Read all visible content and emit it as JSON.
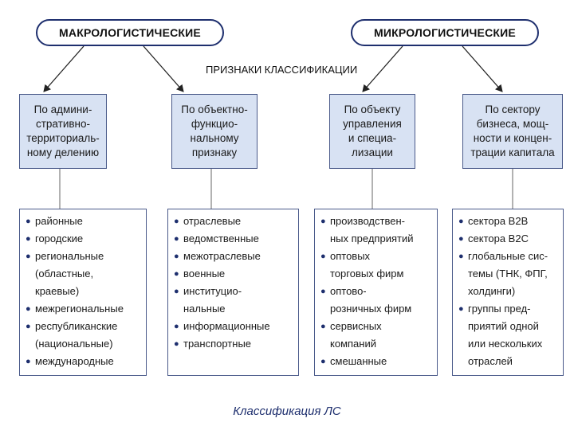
{
  "top_categories": [
    {
      "label": "МАКРОЛОГИСТИЧЕСКИЕ"
    },
    {
      "label": "МИКРОЛОГИСТИЧЕСКИЕ"
    }
  ],
  "center_label": "ПРИЗНАКИ КЛАССИФИКАЦИИ",
  "criteria": [
    {
      "label": "По админи-\nстративно-\nтерриториаль-\nному делению",
      "items": [
        "районные",
        "городские",
        "региональные\n(областные,\nкраевые)",
        "межрегиональные",
        "республиканские\n(национальные)",
        "международные"
      ]
    },
    {
      "label": "По объектно-\nфункцио-\nнальному\nпризнаку",
      "items": [
        "отраслевые",
        "ведомственные",
        "межотраслевые",
        "военные",
        "институцио-\nнальные",
        "информационные",
        "транспортные"
      ]
    },
    {
      "label": "По объекту\nуправления\nи специа-\nлизации",
      "items": [
        "производствен-\nных предприятий",
        "оптовых\nторговых фирм",
        "оптово-\nрозничных фирм",
        "сервисных\nкомпаний",
        "смешанные"
      ]
    },
    {
      "label": "По сектору\nбизнеса, мощ-\nности и концен-\nтрации капитала",
      "items": [
        "сектора B2B",
        "сектора B2C",
        "глобальные сис-\nтемы (ТНК, ФПГ,\nхолдинги)",
        "группы пред-\nприятий одной\nили нескольких\nотраслей"
      ]
    }
  ],
  "caption": "Классификация ЛС",
  "colors": {
    "accent": "#1e2f6e",
    "box_fill": "#d8e2f3",
    "border": "#4a5a8a"
  }
}
